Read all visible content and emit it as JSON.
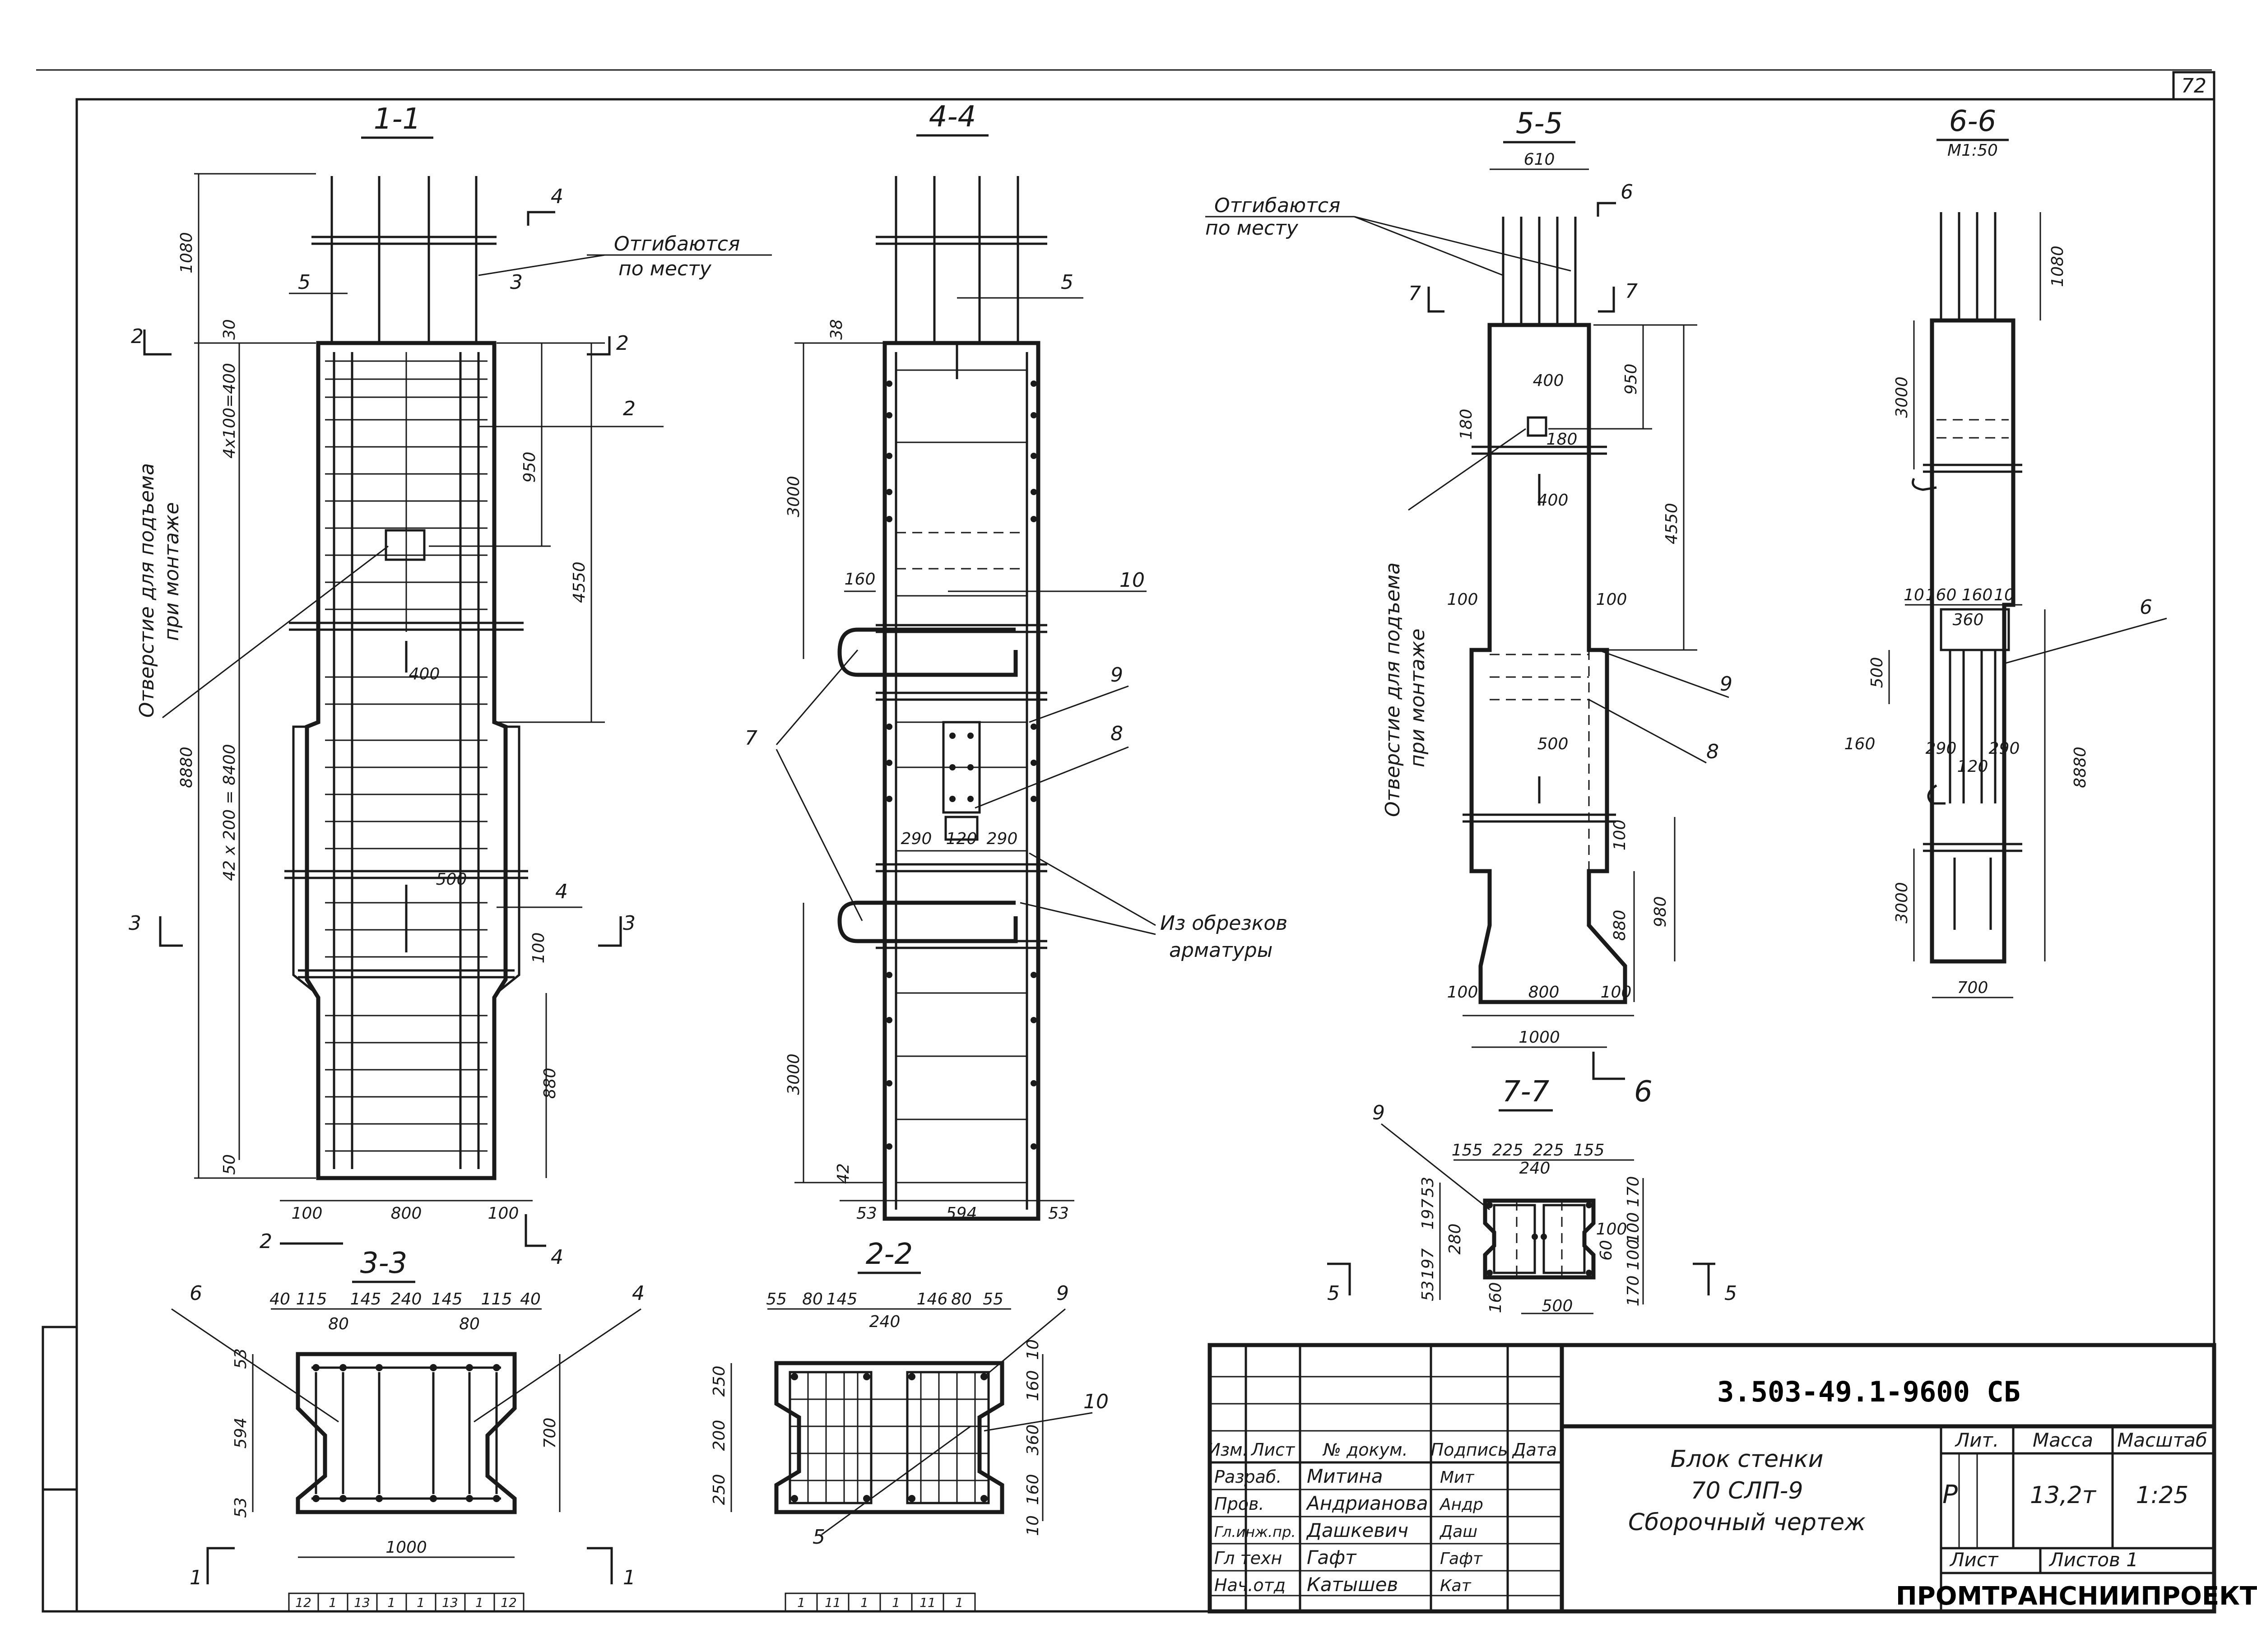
{
  "sheet": {
    "page_number": "72"
  },
  "sections": {
    "s11": "1-1",
    "s44": "4-4",
    "s55": "5-5",
    "s66": "6-6",
    "s66_scale": "M1:50",
    "s33": "3-3",
    "s22": "2-2",
    "s77": "7-7"
  },
  "notes": {
    "bent_line1": "Отгибаются",
    "bent_line2": "по месту",
    "hole_line1": "Отверстие для подъема",
    "hole_line2": "при монтаже",
    "scrap_line1": "Из обрезков",
    "scrap_line2": "арматуры"
  },
  "callouts": [
    "1",
    "2",
    "3",
    "4",
    "5",
    "6",
    "7",
    "8",
    "9",
    "10"
  ],
  "dims_11": {
    "top": "1080",
    "d30": "30",
    "pitch_top": "4x100=400",
    "pitch_main": "42 x 200 = 8400",
    "total": "8880",
    "d950": "950",
    "d4550": "4550",
    "d400": "400",
    "d500": "500",
    "d100": "100",
    "d880": "880",
    "d50": "50",
    "b100a": "100",
    "b800": "800",
    "b100b": "100"
  },
  "dims_44": {
    "d38": "38",
    "d3000a": "3000",
    "d160": "160",
    "d290a": "290",
    "d120": "120",
    "d290b": "290",
    "d3000b": "3000",
    "d42": "42",
    "b53a": "53",
    "b594": "594",
    "b53b": "53"
  },
  "dims_55": {
    "top": "610",
    "d400a": "400",
    "d180a": "180",
    "d180b": "180",
    "d950": "950",
    "d4550": "4550",
    "d400b": "400",
    "d100a": "100",
    "d100b": "100",
    "d500": "500",
    "d100c": "100",
    "d880": "880",
    "d980": "980",
    "b100a": "100",
    "b800": "800",
    "b100b": "100",
    "b1000": "1000"
  },
  "dims_66": {
    "d1080": "1080",
    "d3000a": "3000",
    "t10a": "10",
    "t160a": "160",
    "t160b": "160",
    "t10b": "10",
    "t360": "360",
    "d500": "500",
    "d8880": "8880",
    "d160": "160",
    "d290a": "290",
    "d120": "120",
    "d290b": "290",
    "d3000b": "3000",
    "b700": "700"
  },
  "dims_33": {
    "t40a": "40",
    "t115a": "115",
    "t80a": "80",
    "t145a": "145",
    "t240": "240",
    "t145b": "145",
    "t80b": "80",
    "t115b": "115",
    "t40b": "40",
    "l53a": "53",
    "l594": "594",
    "l53b": "53",
    "r700": "700",
    "b1000": "1000",
    "cells": [
      "12",
      "1",
      "13",
      "1",
      "1",
      "13",
      "1",
      "12"
    ]
  },
  "dims_22": {
    "t55a": "55",
    "t80a": "80",
    "t145": "145",
    "t240": "240",
    "t146": "146",
    "t80b": "80",
    "t55b": "55",
    "l250a": "250",
    "l200": "200",
    "l250b": "250",
    "r10a": "10",
    "r160a": "160",
    "r360": "360",
    "r160b": "160",
    "r10b": "10",
    "cells": [
      "1",
      "11",
      "1",
      "1",
      "11",
      "1"
    ]
  },
  "dims_77": {
    "t155a": "155",
    "t225a": "225",
    "t225b": "225",
    "t155b": "155",
    "t240": "240",
    "l53a": "53",
    "l197a": "197",
    "l280": "280",
    "l197b": "197",
    "l53b": "53",
    "r170a": "170",
    "r100a": "100",
    "r100b": "100",
    "r170b": "170",
    "m100": "100",
    "m60": "60",
    "b160": "160",
    "b500": "500"
  },
  "title_block": {
    "doc_code": "3.503-49.1-9600 СБ",
    "title_line1": "Блок стенки",
    "title_line2": "70 СЛП-9",
    "title_line3": "Сборочный чертеж",
    "col_izm": "Изм.",
    "col_list": "Лист",
    "col_doc": "№ докум.",
    "col_sign": "Подпись",
    "col_date": "Дата",
    "roles": [
      "Разраб.",
      "Пров.",
      "Гл.инж.пр.",
      "Гл техн",
      "Нач.отд"
    ],
    "names": [
      "Митина",
      "Андрианова",
      "Дашкевич",
      "Гафт",
      "Катышев"
    ],
    "signs": [
      "Мит",
      "Андр",
      "Даш",
      "Гафт",
      "Кат"
    ],
    "lit_label": "Лит.",
    "mass_label": "Масса",
    "scale_label": "Масштаб",
    "lit_value": "Р",
    "mass_value": "13,2т",
    "scale_value": "1:25",
    "sheet_label": "Лист",
    "sheets_label": "Листов 1",
    "organization": "ПРОМТРАНСНИИПРОЕКТ"
  }
}
